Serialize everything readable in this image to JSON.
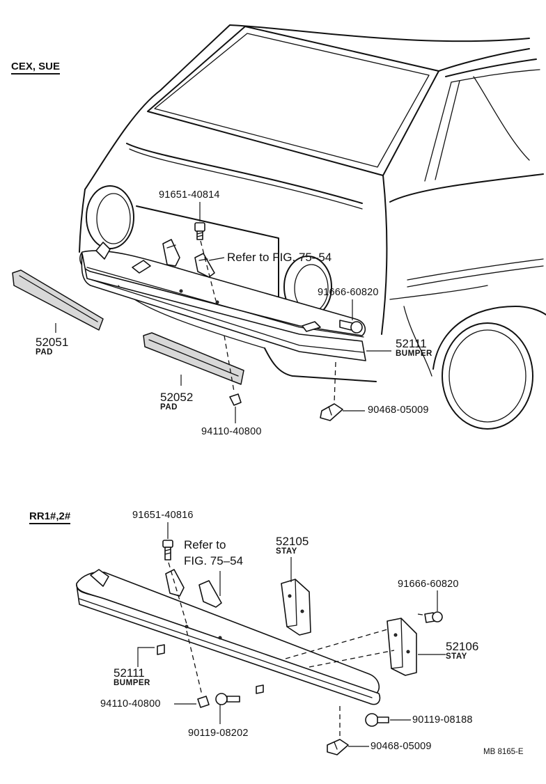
{
  "sections": [
    {
      "id": "top",
      "title": "CEX, SUE"
    },
    {
      "id": "bottom",
      "title": "RR1#,2#"
    }
  ],
  "labels": {
    "top_bolt": "91651-40814",
    "top_ref": "Refer to FIG. 75–54",
    "top_screw": "91666-60820",
    "top_bumper_num": "52111",
    "top_bumper_name": "BUMPER",
    "top_pad1_num": "52051",
    "top_pad1_name": "PAD",
    "top_pad2_num": "52052",
    "top_pad2_name": "PAD",
    "top_nut": "94110-40800",
    "top_clip": "90468-05009",
    "bot_bolt": "91651-40816",
    "bot_ref_line1": "Refer to",
    "bot_ref_line2": "FIG. 75–54",
    "bot_stay1_num": "52105",
    "bot_stay1_name": "STAY",
    "bot_screw": "91666-60820",
    "bot_stay2_num": "52106",
    "bot_stay2_name": "STAY",
    "bot_bumper_num": "52111",
    "bot_bumper_name": "BUMPER",
    "bot_nut": "94110-40800",
    "bot_bolt2": "90119-08202",
    "bot_bolt3": "90119-08188",
    "bot_clip": "90468-05009",
    "drawing_code": "MB 8165-E"
  }
}
